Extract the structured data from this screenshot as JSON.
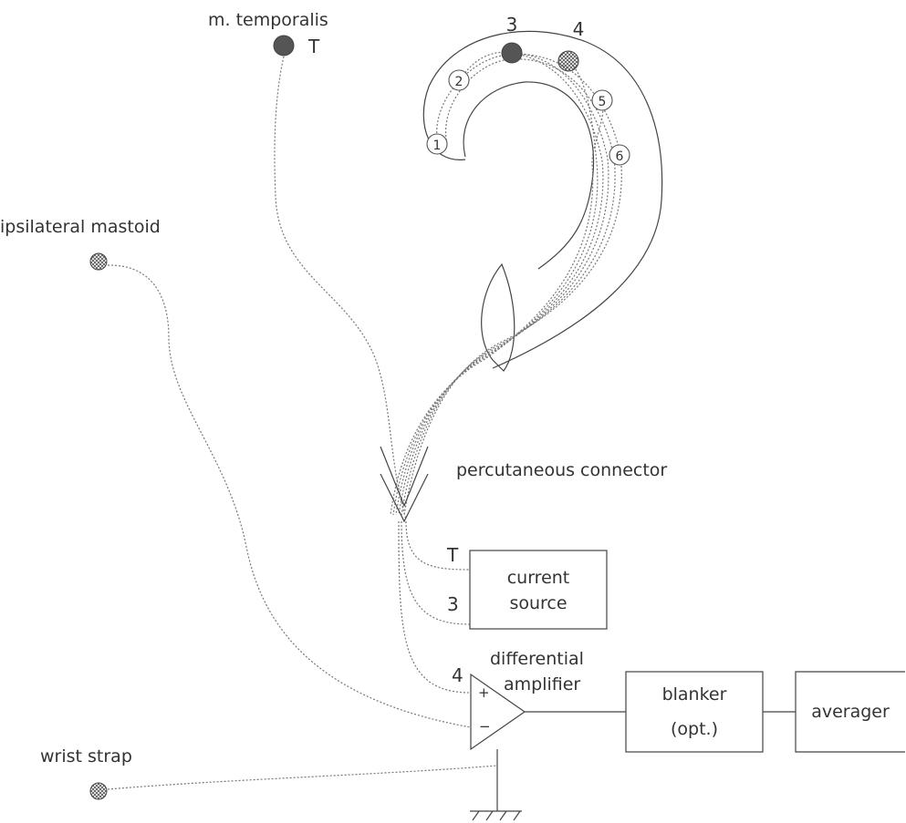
{
  "electrodes": {
    "temporalis": {
      "label": "m. temporalis",
      "tag": "T"
    },
    "mastoid": {
      "label": "ipsilateral mastoid"
    },
    "wrist": {
      "label": "wrist strap"
    }
  },
  "cochlea": {
    "electrode_numbers": [
      "1",
      "2",
      "3",
      "4",
      "5",
      "6"
    ],
    "big_labels": {
      "e3": "3",
      "e4": "4"
    }
  },
  "connector": {
    "label": "percutaneous connector"
  },
  "current_source": {
    "line1": "current",
    "line2": "source",
    "input_T": "T",
    "input_3": "3"
  },
  "amplifier": {
    "line1": "differential",
    "line2": "amplifier",
    "input_4": "4",
    "plus": "+",
    "minus": "−"
  },
  "blanker": {
    "line1": "blanker",
    "line2": "(opt.)"
  },
  "averager": {
    "label": "averager"
  },
  "colors": {
    "line": "#444444",
    "wire": "#777777",
    "electrode_fill": "#555555"
  }
}
